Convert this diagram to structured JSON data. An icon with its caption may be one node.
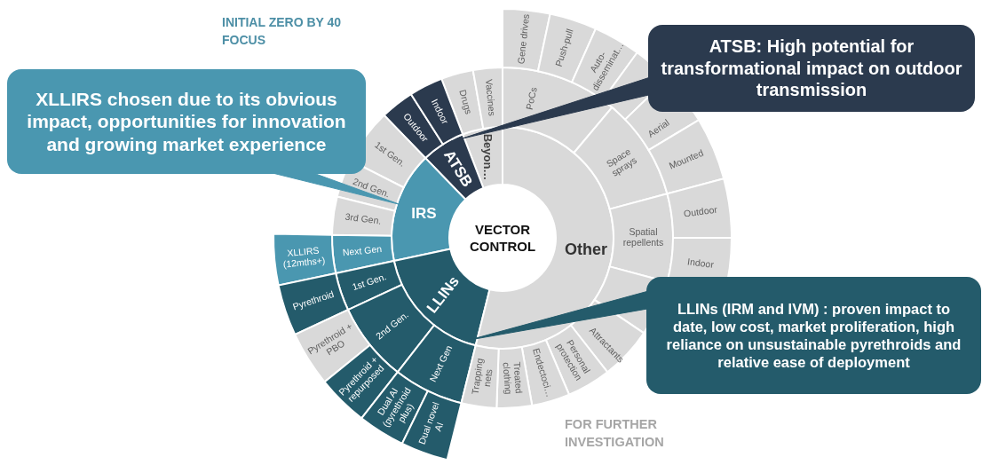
{
  "diagram": {
    "nodes": [
      {
        "text": [
          "XLLIRS chosen due to its obvious impact, opportunities for innovation and growing market experience"
        ]
      },
      {
        "text": [
          "ATSB: High potential for transformational impact on outdoor transmission"
        ]
      },
      {
        "text": [
          "LLINs (IRM and IVM) : proven impact to date, low cost, market proliferation, high reliance on unsustainable pyrethroids and relative ease of deployment"
        ]
      },
      {
        "text": [
          "VECTOR CONTROL"
        ]
      },
      {
        "text": [
          "Beyon…"
        ]
      },
      {
        "text": [
          "ATSB"
        ]
      },
      {
        "text": [
          "IRS"
        ]
      },
      {
        "text": [
          "LLINs"
        ]
      },
      {
        "text": [
          "Other"
        ]
      },
      {
        "text": [
          "Drugs"
        ]
      },
      {
        "text": [
          "Vaccines"
        ]
      },
      {
        "text": [
          "Outdoor"
        ]
      },
      {
        "text": [
          "Indoor"
        ]
      },
      {
        "text": [
          "1st Gen."
        ]
      },
      {
        "text": [
          "2nd Gen."
        ]
      },
      {
        "text": [
          "3rd Gen."
        ]
      },
      {
        "text": [
          "Next Gen"
        ]
      },
      {
        "text": [
          "1st Gen."
        ]
      },
      {
        "text": [
          "2nd Gen."
        ]
      },
      {
        "text": [
          "Next Gen"
        ]
      },
      {
        "text": [
          "PoCs"
        ]
      },
      {
        "text": [
          "Space sprays"
        ]
      },
      {
        "text": [
          "Spatial repellents"
        ]
      },
      {
        "text": [],
        "shape": "wedge"
      },
      {
        "text": [
          "Attractants"
        ]
      },
      {
        "text": [
          "Personal protection"
        ]
      },
      {
        "text": [
          "Endectoci…"
        ]
      },
      {
        "text": [
          "Treated clothing"
        ]
      },
      {
        "text": [
          "Trapping nets"
        ]
      },
      {
        "text": [
          "Gene drives"
        ]
      },
      {
        "text": [
          "Push-pull"
        ]
      },
      {
        "text": [
          "Auto-disseminat…"
        ]
      },
      {
        "text": [],
        "shape": "wedge"
      },
      {
        "text": [
          "Aerial"
        ]
      },
      {
        "text": [
          "Mounted"
        ]
      },
      {
        "text": [
          "Outdoor"
        ]
      },
      {
        "text": [
          "Indoor"
        ]
      },
      {
        "text": [
          "XLLIRS (12mths+)"
        ]
      },
      {
        "text": [
          "Pyrethroid"
        ]
      },
      {
        "text": [
          "Pyrethroid + PBO"
        ]
      },
      {
        "text": [
          "Pyrethroid + repurposed"
        ]
      },
      {
        "text": [
          "Dual AI (pyrethroid plus)"
        ]
      },
      {
        "text": [
          "Dual novel AI"
        ]
      }
    ],
    "edges": [
      {
        "from": 0,
        "to": 6,
        "arrow": "none"
      },
      {
        "from": 1,
        "to": 5,
        "arrow": "none"
      },
      {
        "from": 2,
        "to": 7,
        "arrow": "none"
      }
    ],
    "labels": [
      "INITIAL ZERO BY 40 FOCUS",
      "FOR FURTHER INVESTIGATION"
    ]
  }
}
